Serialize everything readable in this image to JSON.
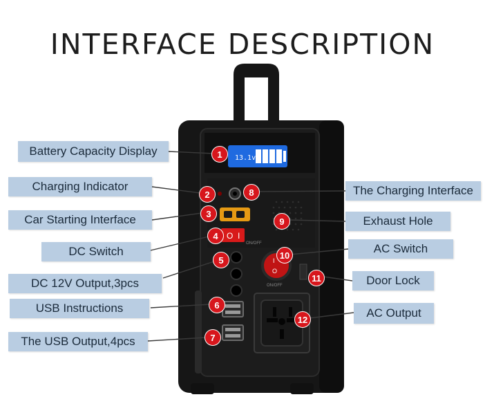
{
  "title": "INTERFACE DESCRIPTION",
  "display_reading": "13.1v",
  "switch_on_off_text": "ON/OFF",
  "labels": {
    "battery_capacity_display": "Battery Capacity Display",
    "charging_indicator": "Charging Indicator",
    "car_starting_interface": "Car Starting Interface",
    "dc_switch": "DC Switch",
    "dc_output": "DC 12V Output,3pcs",
    "usb_instructions": "USB Instructions",
    "usb_output": "The USB Output,4pcs",
    "charging_interface": "The Charging Interface",
    "exhaust_hole": "Exhaust Hole",
    "ac_switch": "AC Switch",
    "door_lock": "Door Lock",
    "ac_output": "AC Output"
  },
  "badges": [
    "1",
    "2",
    "3",
    "4",
    "5",
    "6",
    "7",
    "8",
    "9",
    "10",
    "11",
    "12"
  ],
  "colors": {
    "label_bg": "#b9cde2",
    "badge": "#d7161c",
    "body": "#141414",
    "lcd": "#1f6ae0"
  }
}
